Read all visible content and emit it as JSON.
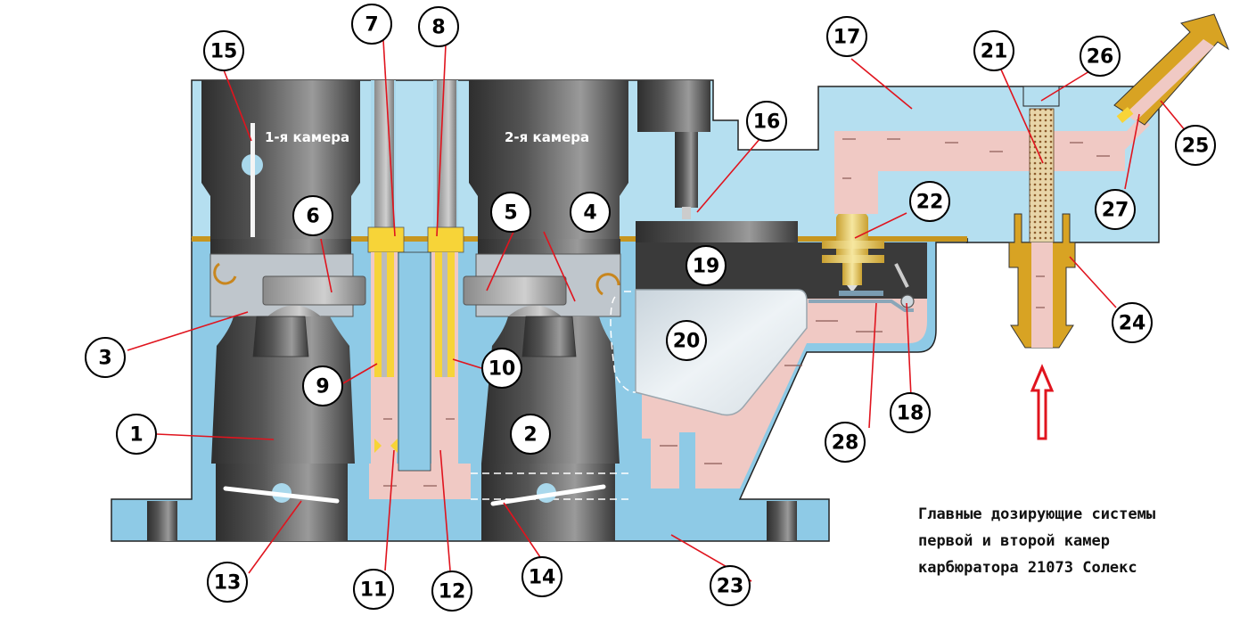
{
  "title": "Главные дозирующие системы первой и второй камер карбюратора 21073 Солекс",
  "caption_lines": [
    "Главные дозирующие системы",
    "первой и второй камер",
    "карбюратора 21073 Солекс"
  ],
  "chamber_labels": {
    "first": "1-я камера",
    "second": "2-я камера"
  },
  "colors": {
    "body": "#a9d8ec",
    "body_dark": "#8ecae6",
    "fuel": "#f0c9c4",
    "brass": "#d8a323",
    "jet": "#f7d438",
    "metal_dark": "#3b3b3b",
    "metal_mid": "#8a8a8a",
    "leader": "#e0141e",
    "arrow": "#e0141e"
  },
  "callouts": [
    {
      "id": "1",
      "label": "1"
    },
    {
      "id": "2",
      "label": "2"
    },
    {
      "id": "3",
      "label": "3"
    },
    {
      "id": "4",
      "label": "4"
    },
    {
      "id": "5",
      "label": "5"
    },
    {
      "id": "6",
      "label": "6"
    },
    {
      "id": "7",
      "label": "7"
    },
    {
      "id": "8",
      "label": "8"
    },
    {
      "id": "9",
      "label": "9"
    },
    {
      "id": "10",
      "label": "10"
    },
    {
      "id": "11",
      "label": "11"
    },
    {
      "id": "12",
      "label": "12"
    },
    {
      "id": "13",
      "label": "13"
    },
    {
      "id": "14",
      "label": "14"
    },
    {
      "id": "15",
      "label": "15"
    },
    {
      "id": "16",
      "label": "16"
    },
    {
      "id": "17",
      "label": "17"
    },
    {
      "id": "18",
      "label": "18"
    },
    {
      "id": "19",
      "label": "19"
    },
    {
      "id": "20",
      "label": "20"
    },
    {
      "id": "21",
      "label": "21"
    },
    {
      "id": "22",
      "label": "22"
    },
    {
      "id": "23",
      "label": "23"
    },
    {
      "id": "24",
      "label": "24"
    },
    {
      "id": "25",
      "label": "25"
    },
    {
      "id": "26",
      "label": "26"
    },
    {
      "id": "27",
      "label": "27"
    },
    {
      "id": "28",
      "label": "28"
    }
  ],
  "fuel_inlet_arrow": "fuel-inlet-direction"
}
